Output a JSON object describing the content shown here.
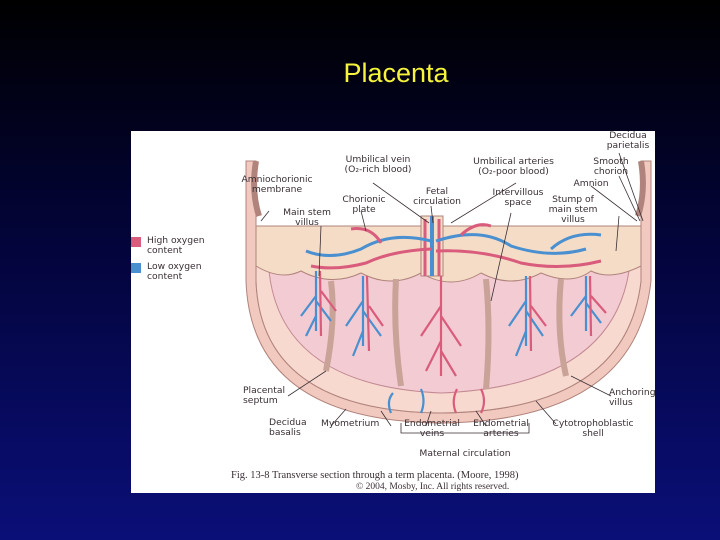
{
  "slide": {
    "title": "Placenta"
  },
  "figure": {
    "labels": {
      "umbilical_vein": "Umbilical vein\n(O₂-rich blood)",
      "umbilical_arteries": "Umbilical arteries\n(O₂-poor blood)",
      "decidua_parietalis": "Decidua\nparietalis",
      "smooth_chorion": "Smooth\nchorion",
      "amnion": "Amnion",
      "stump_main_stem_villus": "Stump of\nmain stem\nvillus",
      "amniochorionic_membrane": "Amniochorionic\nmembrane",
      "chorionic_plate": "Chorionic\nplate",
      "main_stem_villus": "Main stem\nvillus",
      "fetal_circulation": "Fetal\ncirculation",
      "intervillous_space": "Intervillous\nspace",
      "placental_septum": "Placental\nseptum",
      "anchoring_villus": "Anchoring\nvillus",
      "decidua_basalis": "Decidua\nbasalis",
      "myometrium": "Myometrium",
      "endometrial_veins": "Endometrial\nveins",
      "endometrial_arteries": "Endometrial\narteries",
      "cytotrophoblastic_shell": "Cytotrophoblastic\nshell",
      "maternal_circulation": "Maternal circulation"
    },
    "legend": [
      {
        "label": "High oxygen\ncontent",
        "color": "#d95c7c"
      },
      {
        "label": "Low oxygen\ncontent",
        "color": "#4a90d0"
      }
    ],
    "caption": "Fig. 13-8 Transverse section through a term placenta. (Moore, 1998)",
    "copyright": "© 2004, Mosby, Inc. All rights reserved."
  }
}
